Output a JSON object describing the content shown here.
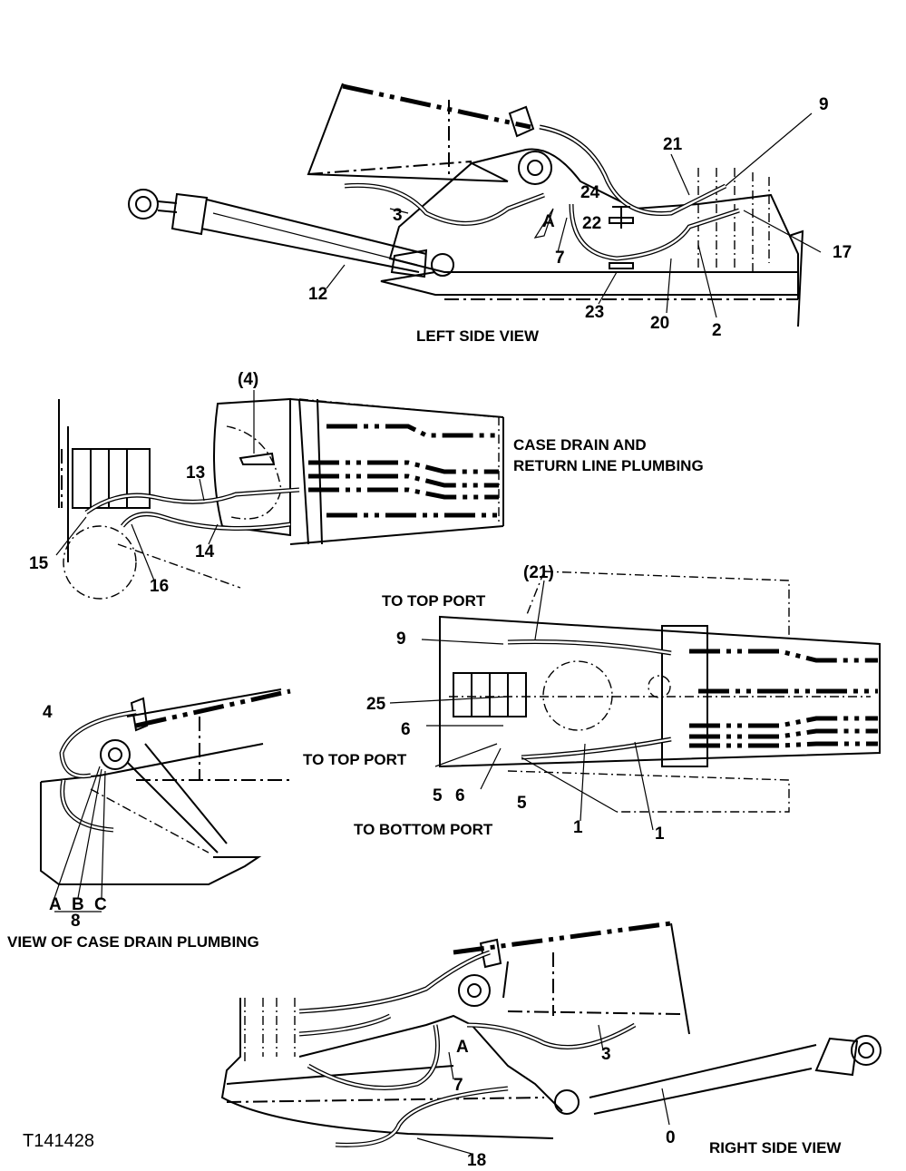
{
  "figure_id": "T141428",
  "views": {
    "left_side": {
      "caption": "LEFT SIDE VIEW",
      "callouts": [
        "9",
        "21",
        "24",
        "A",
        "3",
        "22",
        "7",
        "17",
        "12",
        "23",
        "20",
        "2"
      ]
    },
    "case_drain_return": {
      "caption_line1": "CASE DRAIN AND",
      "caption_line2": "RETURN LINE PLUMBING",
      "callouts": [
        "(4)",
        "13",
        "15",
        "14",
        "16"
      ]
    },
    "top": {
      "callouts": [
        "(21)",
        "9",
        "25",
        "6",
        "5",
        "6",
        "5",
        "1",
        "1"
      ],
      "note_top_port_1": "TO TOP PORT",
      "note_top_port_2": "TO TOP PORT",
      "note_bottom_port": "TO BOTTOM PORT"
    },
    "case_drain": {
      "caption": "VIEW OF CASE DRAIN PLUMBING",
      "callouts": [
        "4",
        "A",
        "B",
        "C",
        "8"
      ]
    },
    "right_side": {
      "caption": "RIGHT SIDE VIEW",
      "callouts": [
        "3",
        "A",
        "7",
        "0",
        "18"
      ]
    }
  }
}
